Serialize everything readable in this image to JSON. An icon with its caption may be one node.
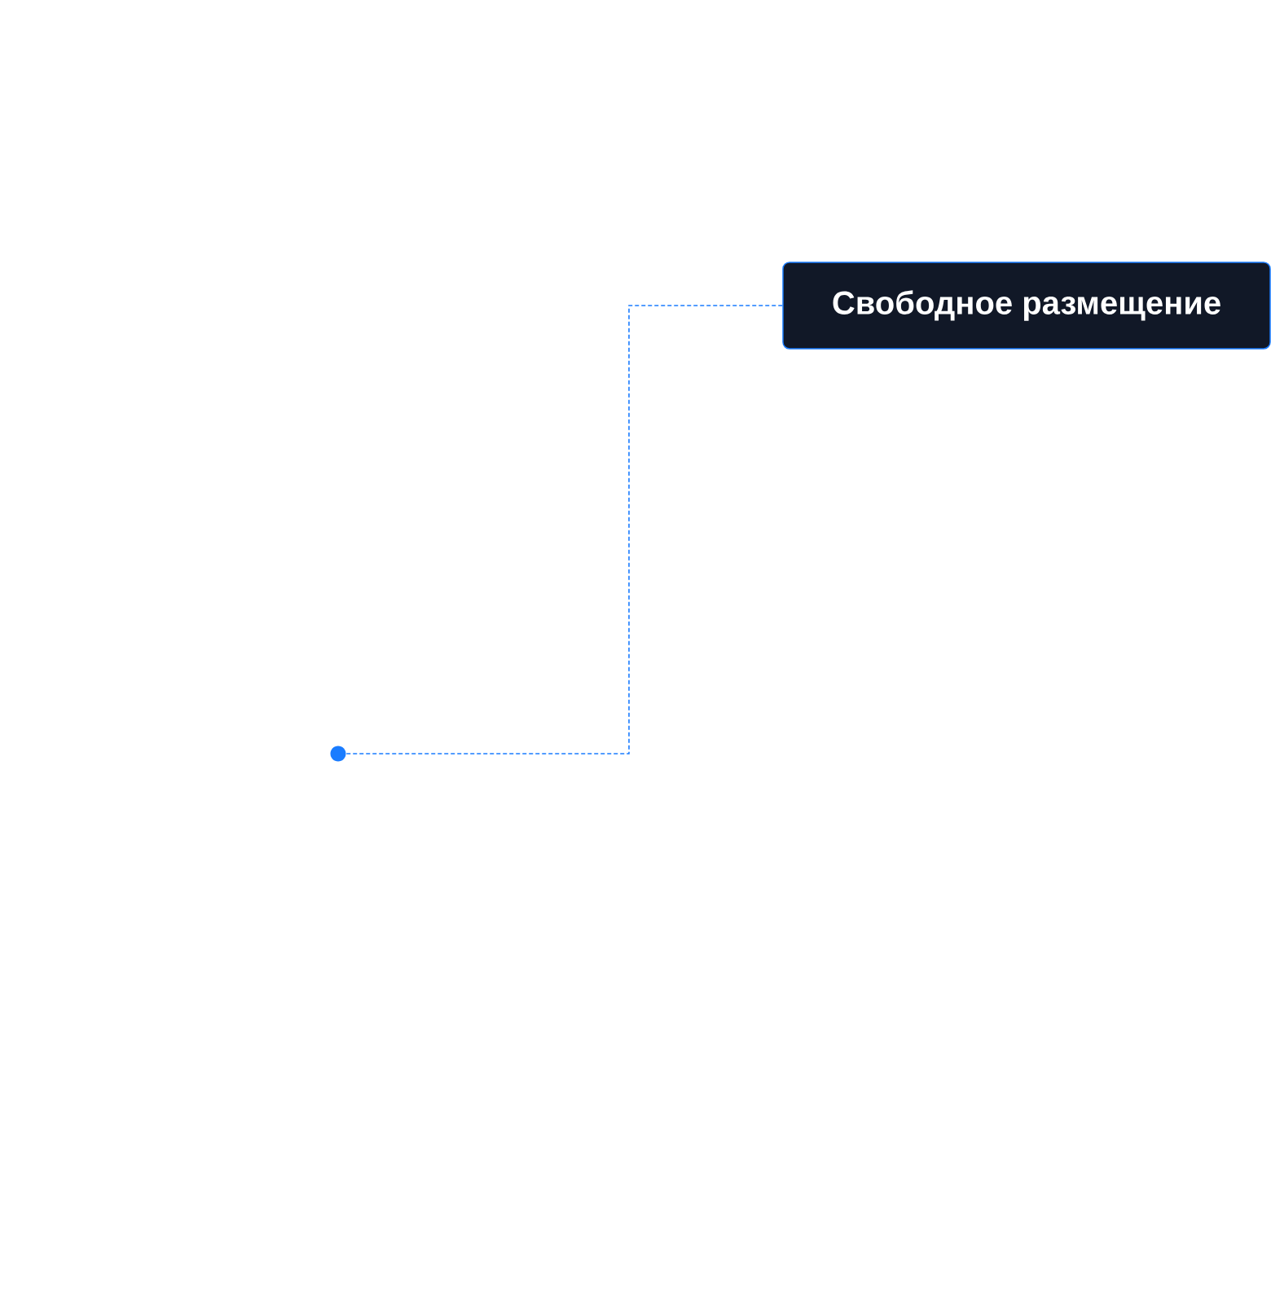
{
  "diagram": {
    "nodes": [
      {
        "text": [
          "Свободное размещение"
        ]
      },
      {
        "text": [],
        "shape": "circle"
      }
    ],
    "edges": [
      {
        "from": 0,
        "to": 1,
        "arrow": "none",
        "style": "dashed"
      }
    ]
  }
}
